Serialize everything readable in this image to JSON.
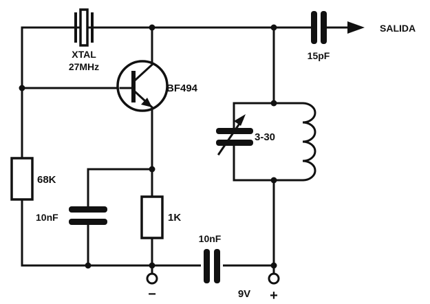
{
  "labels": {
    "xtal_line1": "XTAL",
    "xtal_line2": "27MHz",
    "transistor": "BF494",
    "output": "SALIDA",
    "output_cap": "15pF",
    "trimmer": "3-30",
    "bias_resistor": "68K",
    "emitter_cap": "10nF",
    "emitter_resistor": "1K",
    "supply_cap": "10nF",
    "supply_voltage": "9V",
    "minus": "−",
    "plus": "+"
  },
  "colors": {
    "ink": "#111111",
    "paper": "#ffffff"
  }
}
